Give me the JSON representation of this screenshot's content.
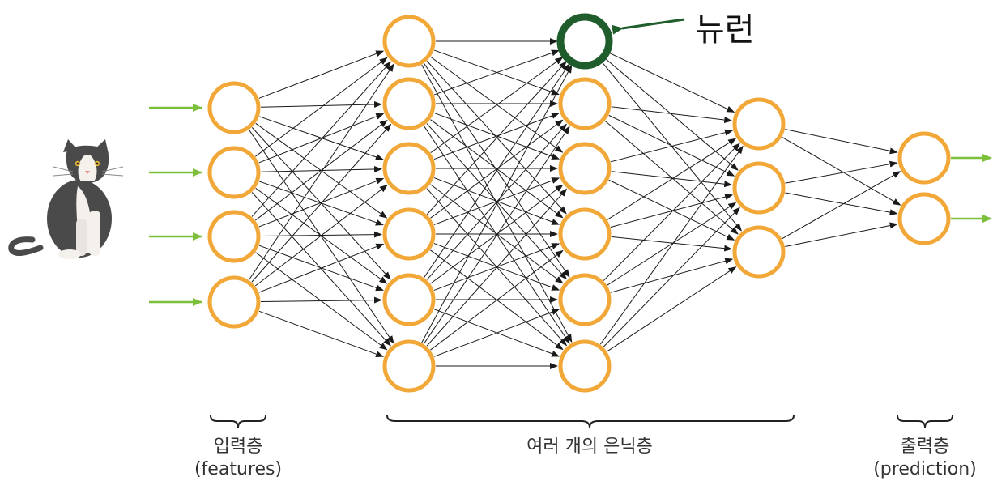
{
  "labels": {
    "neuron": "뉴런",
    "input_layer": "입력층",
    "input_layer_sub": "(features)",
    "hidden_layers": "여러 개의 은닉층",
    "output_layer": "출력층",
    "output_layer_sub": "(prediction)"
  },
  "network": {
    "layer_sizes": [
      4,
      6,
      6,
      3,
      2
    ],
    "highlighted_neuron": {
      "layer": 2,
      "index": 0
    }
  },
  "colors": {
    "neuron_stroke": "#f2a838",
    "highlight_stroke": "#1f5e2c",
    "input_arrow": "#7cbf3a",
    "edge": "#1a1a1a"
  },
  "icons": {
    "input_image": "cat-icon"
  }
}
